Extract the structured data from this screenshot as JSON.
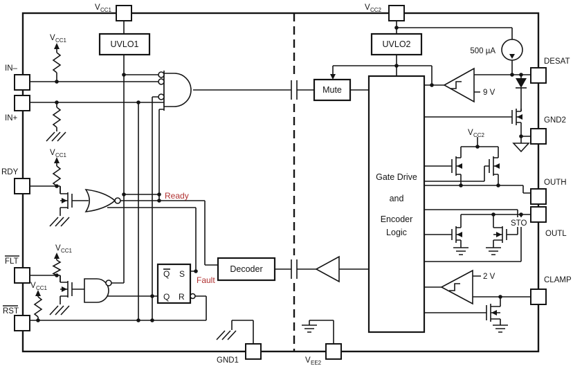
{
  "pins": {
    "vcc1": {
      "base": "V",
      "sub": "CC1"
    },
    "vcc2": {
      "base": "V",
      "sub": "CC2"
    },
    "in_minus": "IN–",
    "in_plus": "IN+",
    "rdy": "RDY",
    "flt": "FLT",
    "rst": "RST",
    "gnd1": "GND1",
    "vee2": {
      "base": "V",
      "sub": "EE2"
    },
    "desat": "DESAT",
    "gnd2": "GND2",
    "outh": "OUTH",
    "sto": "STO",
    "outl": "OUTL",
    "clamp": "CLAMP"
  },
  "rails": {
    "vcc1": {
      "base": "V",
      "sub": "CC1"
    },
    "vcc2": {
      "base": "V",
      "sub": "CC2"
    }
  },
  "blocks": {
    "uvlo1": "UVLO1",
    "uvlo2": "UVLO2",
    "mute": "Mute",
    "decoder": "Decoder",
    "gate_drive": {
      "line1": "Gate Drive",
      "line2": "and",
      "line3": "Encoder",
      "line4": "Logic"
    }
  },
  "latch": {
    "q_bar": "Q",
    "s": "S",
    "q": "Q",
    "r": "R"
  },
  "signals": {
    "ready": "Ready",
    "fault": "Fault"
  },
  "values": {
    "bias_current": "500 µA",
    "desat_threshold": "9 V",
    "clamp_threshold": "2 V"
  },
  "colors": {
    "line": "#141414",
    "signal_label": "#b03030",
    "background": "#ffffff"
  }
}
